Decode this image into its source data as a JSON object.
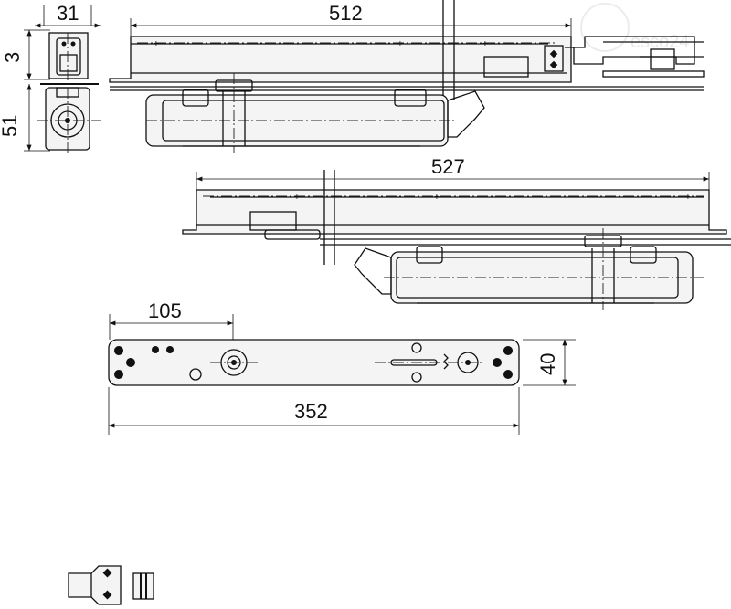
{
  "dimensions": {
    "side_width": "31",
    "side_height_top": "3",
    "side_height_body": "51",
    "top_length": "512",
    "middle_length": "527",
    "plate_offset": "105",
    "plate_height": "40",
    "plate_length": "352"
  },
  "watermark": "esco24",
  "colors": {
    "line": "#111111",
    "fill": "#f4f4f4",
    "background": "#ffffff"
  }
}
